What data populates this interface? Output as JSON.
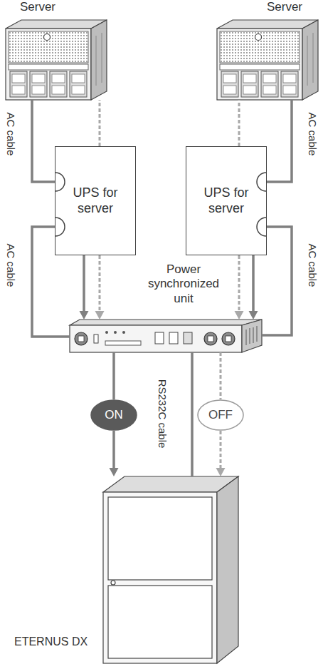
{
  "diagram": {
    "nodes": [
      {
        "text": [
          "Server"
        ]
      },
      {
        "text": [
          "Server"
        ]
      },
      {
        "text": [
          "UPS for server"
        ]
      },
      {
        "text": [
          "UPS for server"
        ]
      },
      {
        "text": [
          "Power synchronized unit"
        ]
      },
      {
        "text": [
          "ON"
        ]
      },
      {
        "text": [
          "OFF"
        ]
      },
      {
        "text": [
          "ETERNUS DX"
        ]
      }
    ],
    "edges": [
      {
        "from": 0,
        "to": 2,
        "arrow": "none",
        "label": "AC cable"
      },
      {
        "from": 2,
        "to": 0,
        "arrow": "none"
      },
      {
        "from": 1,
        "to": 3,
        "arrow": "none",
        "label": "AC cable"
      },
      {
        "from": 3,
        "to": 1,
        "arrow": "none"
      },
      {
        "from": 2,
        "to": 4,
        "arrow": "to"
      },
      {
        "from": 2,
        "to": 4,
        "arrow": "to"
      },
      {
        "from": 2,
        "to": 4,
        "arrow": "none",
        "label": "AC cable"
      },
      {
        "from": 3,
        "to": 4,
        "arrow": "to"
      },
      {
        "from": 3,
        "to": 4,
        "arrow": "to"
      },
      {
        "from": 3,
        "to": 4,
        "arrow": "none",
        "label": "AC cable"
      },
      {
        "from": 4,
        "to": 7,
        "arrow": "none",
        "label": "RS232C cable"
      },
      {
        "from": 4,
        "to": 5,
        "arrow": "none"
      },
      {
        "from": 5,
        "to": 7,
        "arrow": "to"
      },
      {
        "from": 4,
        "to": 6,
        "arrow": "none"
      },
      {
        "from": 6,
        "to": 7,
        "arrow": "to"
      }
    ]
  }
}
